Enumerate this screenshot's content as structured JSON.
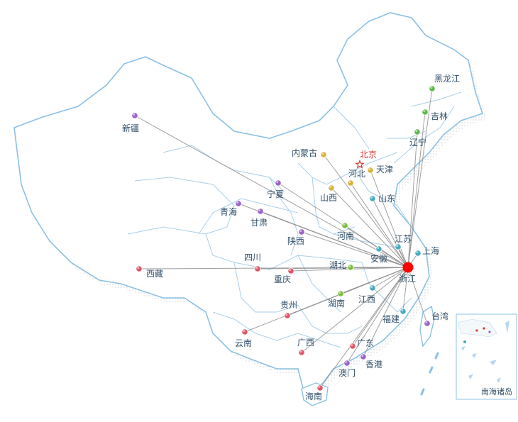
{
  "map": {
    "hub": {
      "name": "浙江",
      "color": "#ff0000"
    },
    "capital": {
      "name": "北京",
      "color": "#d43a2f"
    },
    "route_color": "#8e8e8e",
    "border_color": "#8cc0e4",
    "land_color": "#ffffff",
    "provinces": [
      {
        "name": "黑龙江",
        "color": "#5fb84a"
      },
      {
        "name": "吉林",
        "color": "#5fb84a"
      },
      {
        "name": "辽宁",
        "color": "#5fb84a"
      },
      {
        "name": "内蒙古",
        "color": "#d9b13a"
      },
      {
        "name": "天津",
        "color": "#d9b13a"
      },
      {
        "name": "河北",
        "color": "#d9b13a"
      },
      {
        "name": "山西",
        "color": "#d9b13a"
      },
      {
        "name": "山东",
        "color": "#4aa9bf"
      },
      {
        "name": "新疆",
        "color": "#9a62c9"
      },
      {
        "name": "宁夏",
        "color": "#9a62c9"
      },
      {
        "name": "青海",
        "color": "#9a62c9"
      },
      {
        "name": "甘肃",
        "color": "#9a62c9"
      },
      {
        "name": "陕西",
        "color": "#9a62c9"
      },
      {
        "name": "河南",
        "color": "#7bbd3a"
      },
      {
        "name": "江苏",
        "color": "#4aa9bf"
      },
      {
        "name": "上海",
        "color": "#4aa9bf"
      },
      {
        "name": "安徽",
        "color": "#4aa9bf"
      },
      {
        "name": "湖北",
        "color": "#7bbd3a"
      },
      {
        "name": "四川",
        "color": "#e0556a"
      },
      {
        "name": "西藏",
        "color": "#e0556a"
      },
      {
        "name": "重庆",
        "color": "#e0556a"
      },
      {
        "name": "江西",
        "color": "#4aa9bf"
      },
      {
        "name": "湖南",
        "color": "#7bbd3a"
      },
      {
        "name": "贵州",
        "color": "#e0556a"
      },
      {
        "name": "福建",
        "color": "#4aa9bf"
      },
      {
        "name": "台湾",
        "color": "#9a62c9"
      },
      {
        "name": "云南",
        "color": "#e0556a"
      },
      {
        "name": "广西",
        "color": "#e0556a"
      },
      {
        "name": "广东",
        "color": "#e0556a"
      },
      {
        "name": "香港",
        "color": "#9a62c9"
      },
      {
        "name": "澳门",
        "color": "#9a62c9"
      },
      {
        "name": "海南",
        "color": "#e0556a"
      }
    ],
    "inset_label": "南海诸岛"
  }
}
